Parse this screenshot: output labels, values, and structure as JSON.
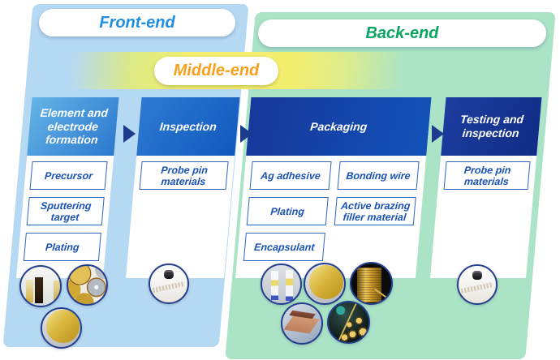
{
  "diagram": {
    "stages": {
      "front_end": {
        "label": "Front-end",
        "text_color": "#1e8fe0",
        "panel_color": "#b6d9f3"
      },
      "middle_end": {
        "label": "Middle-end",
        "text_color": "#f6a01c",
        "band_color": "#f4ee6e"
      },
      "back_end": {
        "label": "Back-end",
        "text_color": "#0aa562",
        "panel_color": "#aae3c6"
      }
    },
    "columns": [
      {
        "header": "Element and electrode formation",
        "stage": "front_end",
        "items": [
          "Precursor",
          "Sputtering target",
          "Plating"
        ],
        "photos": [
          "precursor-bottles-photo",
          "sputtering-targets-photo",
          "plated-disc-photo"
        ]
      },
      {
        "header": "Inspection",
        "stage": "front_end",
        "items": [
          "Probe pin materials"
        ],
        "photos": [
          "probe-pin-materials-photo"
        ]
      },
      {
        "header": "Packaging",
        "stage": "back_end",
        "items": [
          "Ag adhesive",
          "Bonding wire",
          "Plating",
          "Active brazing filler material",
          "Encapsulant"
        ],
        "photos": [
          "ag-adhesive-syringes-photo",
          "plated-disc-photo",
          "bonding-wire-spool-photo",
          "brazing-filler-sheets-photo",
          "encapsulated-packages-photo"
        ]
      },
      {
        "header": "Testing and inspection",
        "stage": "back_end",
        "items": [
          "Probe pin materials"
        ],
        "photos": [
          "probe-pin-materials-photo"
        ]
      }
    ],
    "colors": {
      "header_blue_light": "#5fb1e3",
      "header_blue": "#1c66c8",
      "header_navy": "#16389b",
      "header_navy_dark": "#122f8a",
      "box_border": "#2f63c0",
      "box_text": "#1951b5",
      "arrow": "#1c3b8c",
      "circle_border": "#233e8c"
    }
  }
}
